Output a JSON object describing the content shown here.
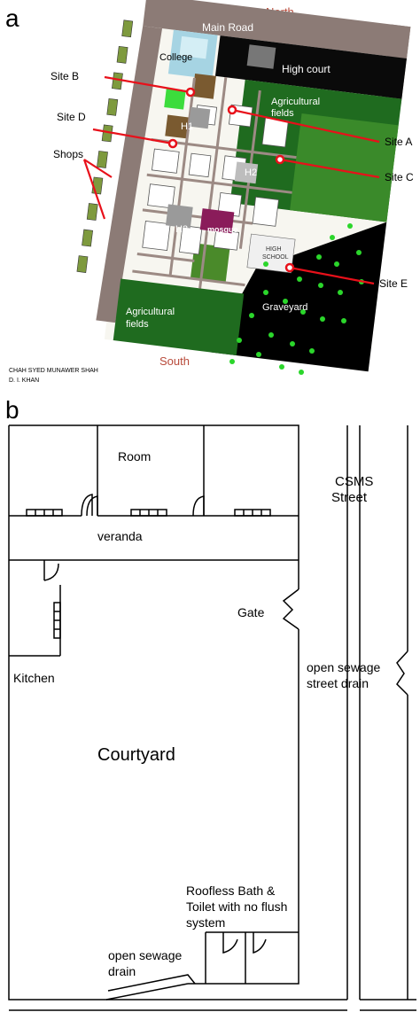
{
  "panel_a": {
    "letter": "a",
    "north": "North",
    "south": "South",
    "main_road": "Main Road",
    "college": "College",
    "high_court": "High court",
    "agri_fields_top": [
      "Agricultural",
      "fields"
    ],
    "agri_fields_bottom": [
      "Agricultural",
      "fields"
    ],
    "graveyard": "Graveyard",
    "high_school": [
      "HIGH",
      "SCHOOL"
    ],
    "mosque": "mosque",
    "h1": "H1",
    "h2": "H2",
    "h3": "H3",
    "site_a": "Site A",
    "site_b": "Site B",
    "site_c": "Site C",
    "site_d": "Site D",
    "site_e": "Site E",
    "shops": "Shops",
    "place_name": "CHAH SYED MUNAWER SHAH",
    "district": "D. I. KHAN",
    "colors": {
      "road": "#8c7b76",
      "field": "#1f6b1f",
      "graveyard": "#000000",
      "site_marker": "#e8101a",
      "north_south_text": "#b84a3a"
    }
  },
  "panel_b": {
    "letter": "b",
    "room": "Room",
    "veranda": "veranda",
    "street": [
      "CSMS",
      "Street"
    ],
    "gate": "Gate",
    "kitchen": "Kitchen",
    "street_drain": [
      "open sewage",
      "street drain"
    ],
    "courtyard": "Courtyard",
    "bath": [
      "Roofless Bath &",
      "Toilet with no flush",
      "system"
    ],
    "sewage_drain": [
      "open sewage",
      "drain"
    ]
  }
}
